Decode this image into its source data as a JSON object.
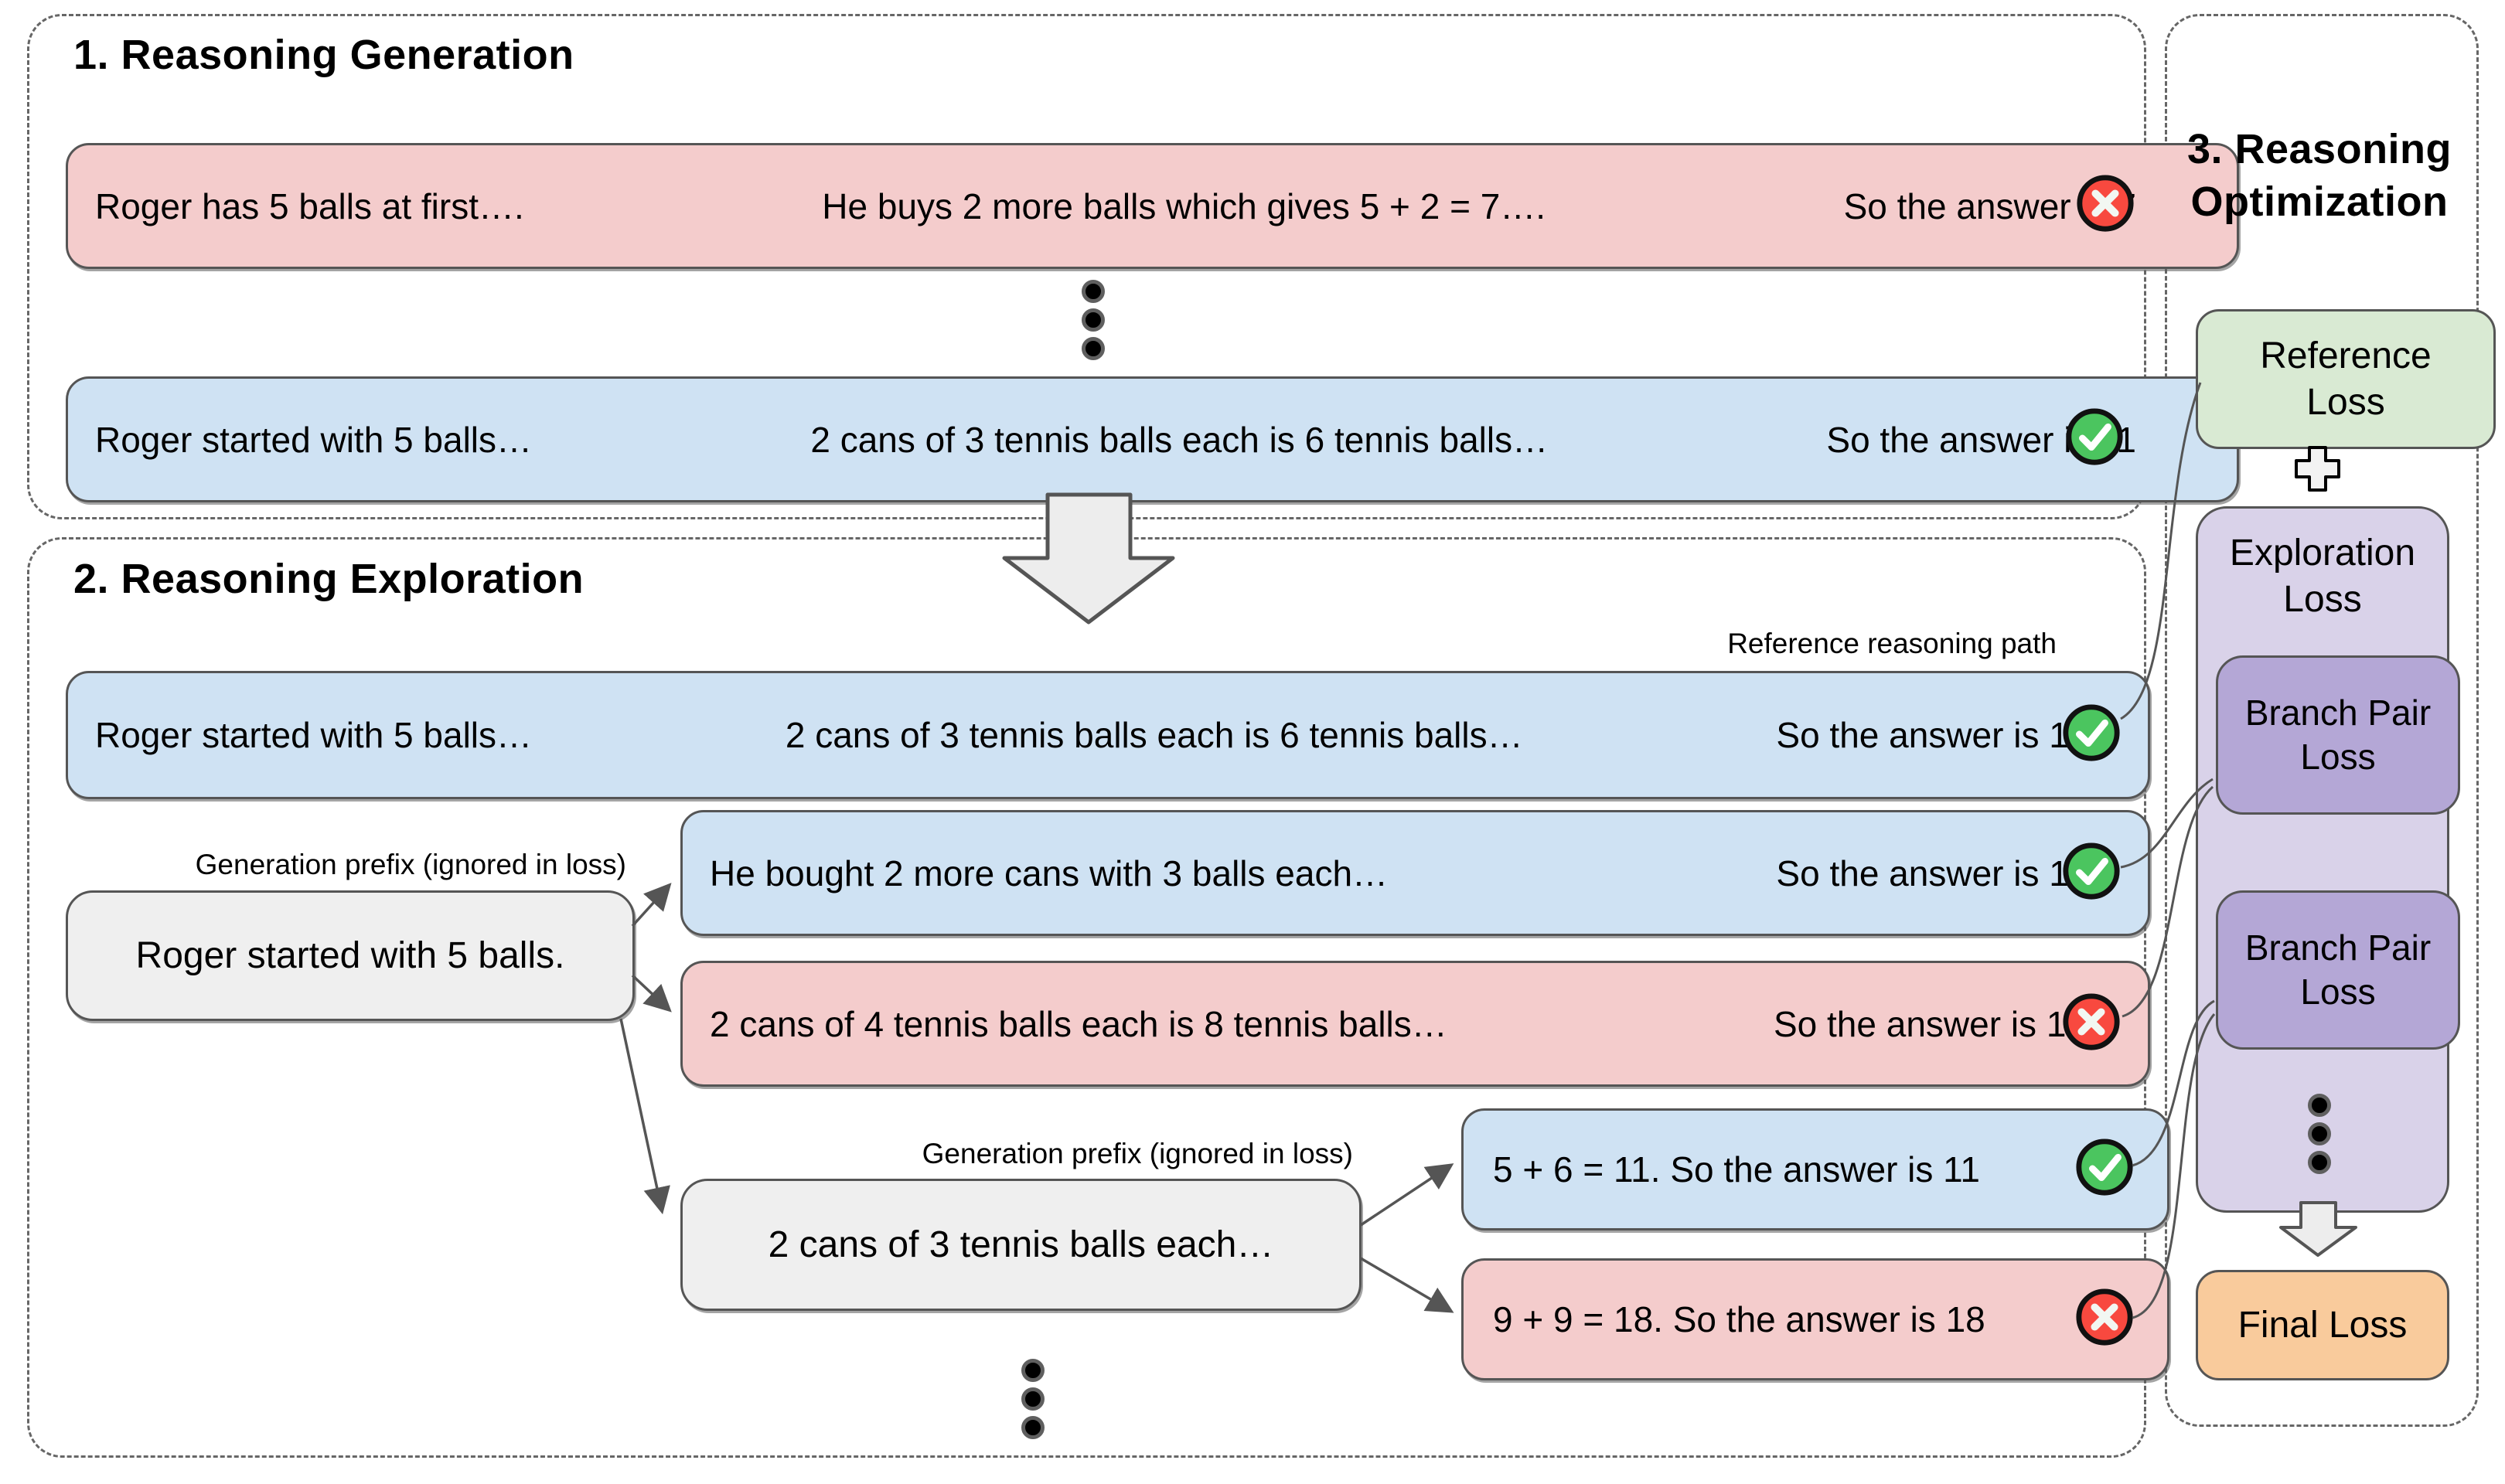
{
  "sections": {
    "generation": {
      "title": "1. Reasoning Generation",
      "rows": [
        {
          "left": "Roger has 5 balls at first….",
          "mid": "He buys 2 more balls which gives 5 + 2 = 7….",
          "right": "So the answer is 7",
          "status": "incorrect"
        },
        {
          "left": "Roger started with 5 balls…",
          "mid": "2 cans of 3 tennis balls each is 6 tennis balls…",
          "right": "So the answer is 11",
          "status": "correct"
        }
      ]
    },
    "exploration": {
      "title": "2. Reasoning Exploration",
      "reference_label": "Reference reasoning path",
      "prefix_label": "Generation prefix (ignored in loss)",
      "reference_row": {
        "left": "Roger started with 5 balls…",
        "mid": "2 cans of 3 tennis balls each is 6 tennis balls…",
        "right": "So the answer is 11",
        "status": "correct"
      },
      "prefix1": "Roger started with 5 balls.",
      "branch_correct": {
        "left": "He bought 2 more cans with 3 balls each…",
        "right": "So the answer is 11",
        "status": "correct"
      },
      "branch_incorrect": {
        "left": "2 cans of 4 tennis balls each is 8 tennis balls…",
        "right": "So the answer is 15",
        "status": "incorrect"
      },
      "prefix2": "2 cans of 3 tennis balls each…",
      "leaf_correct": {
        "text": "5 + 6 = 11. So the answer is 11",
        "status": "correct"
      },
      "leaf_incorrect": {
        "text": "9 + 9 = 18. So the answer is 18",
        "status": "incorrect"
      }
    },
    "optimization": {
      "title": "3. Reasoning Optimization",
      "reference_loss": "Reference Loss",
      "exploration_loss": "Exploration Loss",
      "branch_pair_loss_1": "Branch Pair Loss",
      "branch_pair_loss_2": "Branch Pair Loss",
      "final_loss": "Final Loss"
    }
  },
  "colors": {
    "correct_fill": "#cfe2f3",
    "incorrect_fill": "#f4cccc",
    "prefix_fill": "#efefef",
    "reference_loss_fill": "#d9ead3",
    "exploration_loss_fill": "#d9d2e9",
    "branch_pair_fill": "#b4a7d6",
    "final_loss_fill": "#f9cb9c",
    "check_green": "#4bc55f",
    "cross_red": "#f8493f",
    "connector_gray": "#555555"
  }
}
